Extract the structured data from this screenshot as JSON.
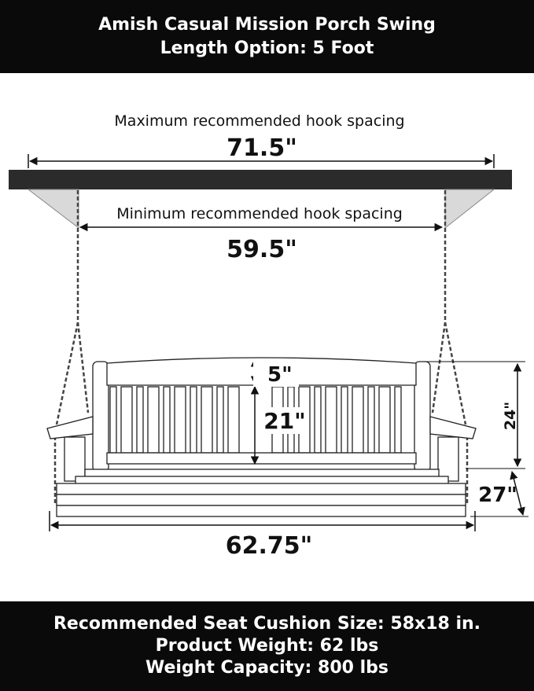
{
  "header": {
    "title": "Amish Casual Mission Porch Swing",
    "length_option": "Length Option: 5 Foot"
  },
  "diagram": {
    "max_hook_label": "Maximum recommended hook spacing",
    "max_hook_value": "71.5\"",
    "min_hook_label": "Minimum recommended hook spacing",
    "min_hook_value": "59.5\"",
    "backrest_top": "5\"",
    "backrest_height": "21\"",
    "overall_height": "24\"",
    "depth": "27\"",
    "width": "62.75\""
  },
  "footer": {
    "cushion": "Recommended Seat Cushion Size: 58x18 in.",
    "weight": "Product Weight: 62 lbs",
    "capacity": "Weight Capacity: 800 lbs"
  },
  "colors": {
    "banner": "#0a0a0a",
    "beam": "#2b2b2b",
    "bracket": "#d9d9d9",
    "line": "#111111"
  }
}
